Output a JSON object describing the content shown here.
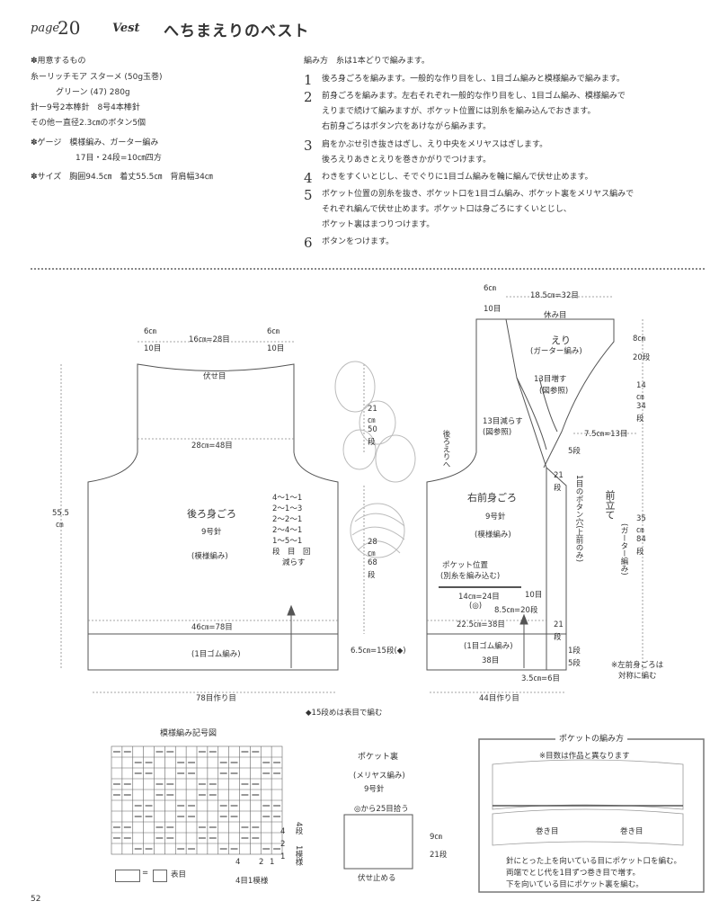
{
  "header": {
    "page_label": "page",
    "page_number": "20",
    "category": "Vest",
    "title": "へちまえりのベスト"
  },
  "materials": {
    "heading": "✽用意するもの",
    "yarn_line1": "糸ーリッチモア スターメ (50g玉巻)",
    "yarn_line2": "グリーン (47) 280g",
    "needles": "針ー9号2本棒針　8号4本棒針",
    "other": "その他ー直径2.3㎝のボタン5個",
    "gauge_heading": "✽ゲージ　模様編み、ガーター編み",
    "gauge_value": "17目・24段=10㎝四方",
    "size": "✽サイズ　胸囲94.5㎝　着丈55.5㎝　背肩幅34㎝"
  },
  "method": {
    "heading": "編み方　糸は1本どりで編みます。",
    "steps": [
      {
        "num": "1",
        "lines": [
          "後ろ身ごろを編みます。一般的な作り目をし、1目ゴム編みと模様編みで編みます。"
        ]
      },
      {
        "num": "2",
        "lines": [
          "前身ごろを編みます。左右それぞれ一般的な作り目をし、1目ゴム編み、模様編みで",
          "えりまで続けて編みますが、ポケット位置には別糸を編み込んでおきます。",
          "右前身ごろはボタン穴をあけながら編みます。"
        ]
      },
      {
        "num": "3",
        "lines": [
          "肩をかぶせ引き抜きはぎし、えり中央をメリヤスはぎします。",
          "後ろえりあきとえりを巻きかがりでつけます。"
        ]
      },
      {
        "num": "4",
        "lines": [
          "わきをすくいとじし、そでぐりに1目ゴム編みを輪に編んで伏せ止めます。"
        ]
      },
      {
        "num": "5",
        "lines": [
          "ポケット位置の別糸を抜き、ポケット口を1目ゴム編み、ポケット裏をメリヤス編みで",
          "それぞれ編んで伏せ止めます。ポケット口は身ごろにすくいとじし、",
          "ポケット裏はまつりつけます。"
        ]
      },
      {
        "num": "6",
        "lines": [
          "ボタンをつけます。"
        ]
      }
    ]
  },
  "back_body": {
    "name": "後ろ身ごろ",
    "needle": "9号針",
    "pattern": "(模様編み)",
    "top_left": "6㎝",
    "top_left_b": "10目",
    "top_center": "16㎝=28目",
    "top_right": "6㎝",
    "top_right_b": "10目",
    "bind_off": "伏せ目",
    "chest": "28㎝=48目",
    "height_total": "55.5",
    "height_unit": "㎝",
    "armhole_h1": "21",
    "armhole_h2": "㎝",
    "armhole_h3": "50",
    "armhole_h4": "段",
    "decrease_list": [
      "4～1～1",
      "2～1～3",
      "2～2～1",
      "2～4～1",
      "1～5～1"
    ],
    "decrease_note1": "段　目　回",
    "decrease_note2": "減らす",
    "body_h1": "28",
    "body_h2": "㎝",
    "body_h3": "68",
    "body_h4": "段",
    "hem_width": "46㎝=78目",
    "rib": "(1目ゴム編み)",
    "rib_height": "6.5㎝=15段(◆)",
    "cast_on": "78目作り目"
  },
  "front_body": {
    "name": "右前身ごろ",
    "needle": "9号針",
    "pattern": "(模様編み)",
    "top_6cm": "6㎝",
    "top_10": "10目",
    "collar_width": "18.5㎝=32目",
    "rest": "休み目",
    "collar_name": "えり",
    "collar_pattern": "(ガーター編み)",
    "collar_h1": "8㎝",
    "collar_h2": "20段",
    "inc": "13目増す",
    "inc_ref": "(図参照)",
    "dec": "13目減らす",
    "dec_ref": "(図参照)",
    "shoulder": "7.5㎝=13目",
    "five_rows": "5段",
    "neck_h1": "14",
    "neck_h2": "㎝",
    "neck_h3": "34",
    "neck_h4": "段",
    "back_collar": "後ろえりへ",
    "twentyone": "21",
    "twentyone_b": "段",
    "button_hole": "1目のボタン穴(上前のみ)",
    "placket": "前立て",
    "placket_pattern": "(ガーター編み)",
    "front_h1": "35",
    "front_h2": "㎝",
    "front_h3": "84",
    "front_h4": "段",
    "pocket_pos": "ポケット位置",
    "pocket_note": "(別糸を編み込む)",
    "pocket_w": "14㎝=24目",
    "pocket_mark": "(◎)",
    "ten_rows": "10目",
    "pocket_h": "8.5㎝=20段",
    "hem": "22.5㎝=38目",
    "rib": "(1目ゴム編み)",
    "rib_w": "38目",
    "rib_21": "21",
    "rib_21b": "段",
    "one_row": "1段",
    "five_row": "5段",
    "edge": "3.5㎝=6目",
    "cast_on": "44目作り目",
    "note1": "※左前身ごろは",
    "note2": "対称に編む"
  },
  "footnote": "◆15段めは表目で編む",
  "chart": {
    "title": "模様編み記号図",
    "legend_eq": "=",
    "legend_text": "表目",
    "row_labels": [
      "4",
      "2",
      "1"
    ],
    "col_labels": [
      "4",
      "2",
      "1"
    ],
    "side_label1": "4段",
    "side_label2": "1模様",
    "bottom_label": "4目1模様"
  },
  "pocket_lining": {
    "title": "ポケット裏",
    "pattern": "(メリヤス編み)",
    "needle": "9号針",
    "pickup": "◎から25目拾う",
    "height1": "9㎝",
    "height2": "21段",
    "bind_off": "伏せ止める"
  },
  "pocket_method": {
    "title": "ポケットの編み方",
    "note": "※目数は作品と異なります",
    "arrow_label_left": "巻き目",
    "arrow_label_right": "巻き目",
    "desc1": "針にとった上を向いている目にポケット口を編む。",
    "desc2": "両端でとじ代を1目ずつ巻き目で増す。",
    "desc3": "下を向いている目にポケット裏を編む。"
  },
  "footer_page": "52"
}
